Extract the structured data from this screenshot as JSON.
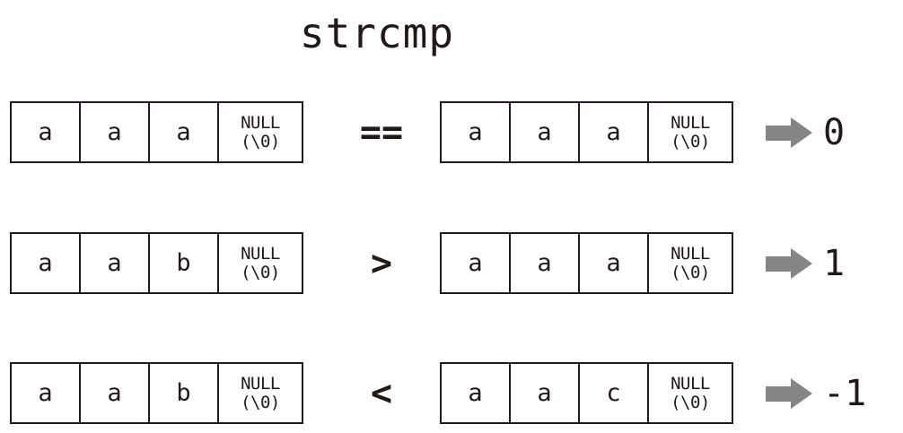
{
  "title": "strcmp",
  "labels": {
    "null_line1": "NULL",
    "null_line2": "(\\0)"
  },
  "colors": {
    "ink": "#231815",
    "arrow": "#858585",
    "background": "#ffffff"
  },
  "rows": [
    {
      "left_cells": [
        "a",
        "a",
        "a",
        "NULL"
      ],
      "operator": "==",
      "right_cells": [
        "a",
        "a",
        "a",
        "NULL"
      ],
      "arrow": "right-arrow-icon",
      "result": "0"
    },
    {
      "left_cells": [
        "a",
        "a",
        "b",
        "NULL"
      ],
      "operator": ">",
      "right_cells": [
        "a",
        "a",
        "a",
        "NULL"
      ],
      "arrow": "right-arrow-icon",
      "result": "1"
    },
    {
      "left_cells": [
        "a",
        "a",
        "b",
        "NULL"
      ],
      "operator": "<",
      "right_cells": [
        "a",
        "a",
        "c",
        "NULL"
      ],
      "arrow": "right-arrow-icon",
      "result": "-1"
    }
  ]
}
